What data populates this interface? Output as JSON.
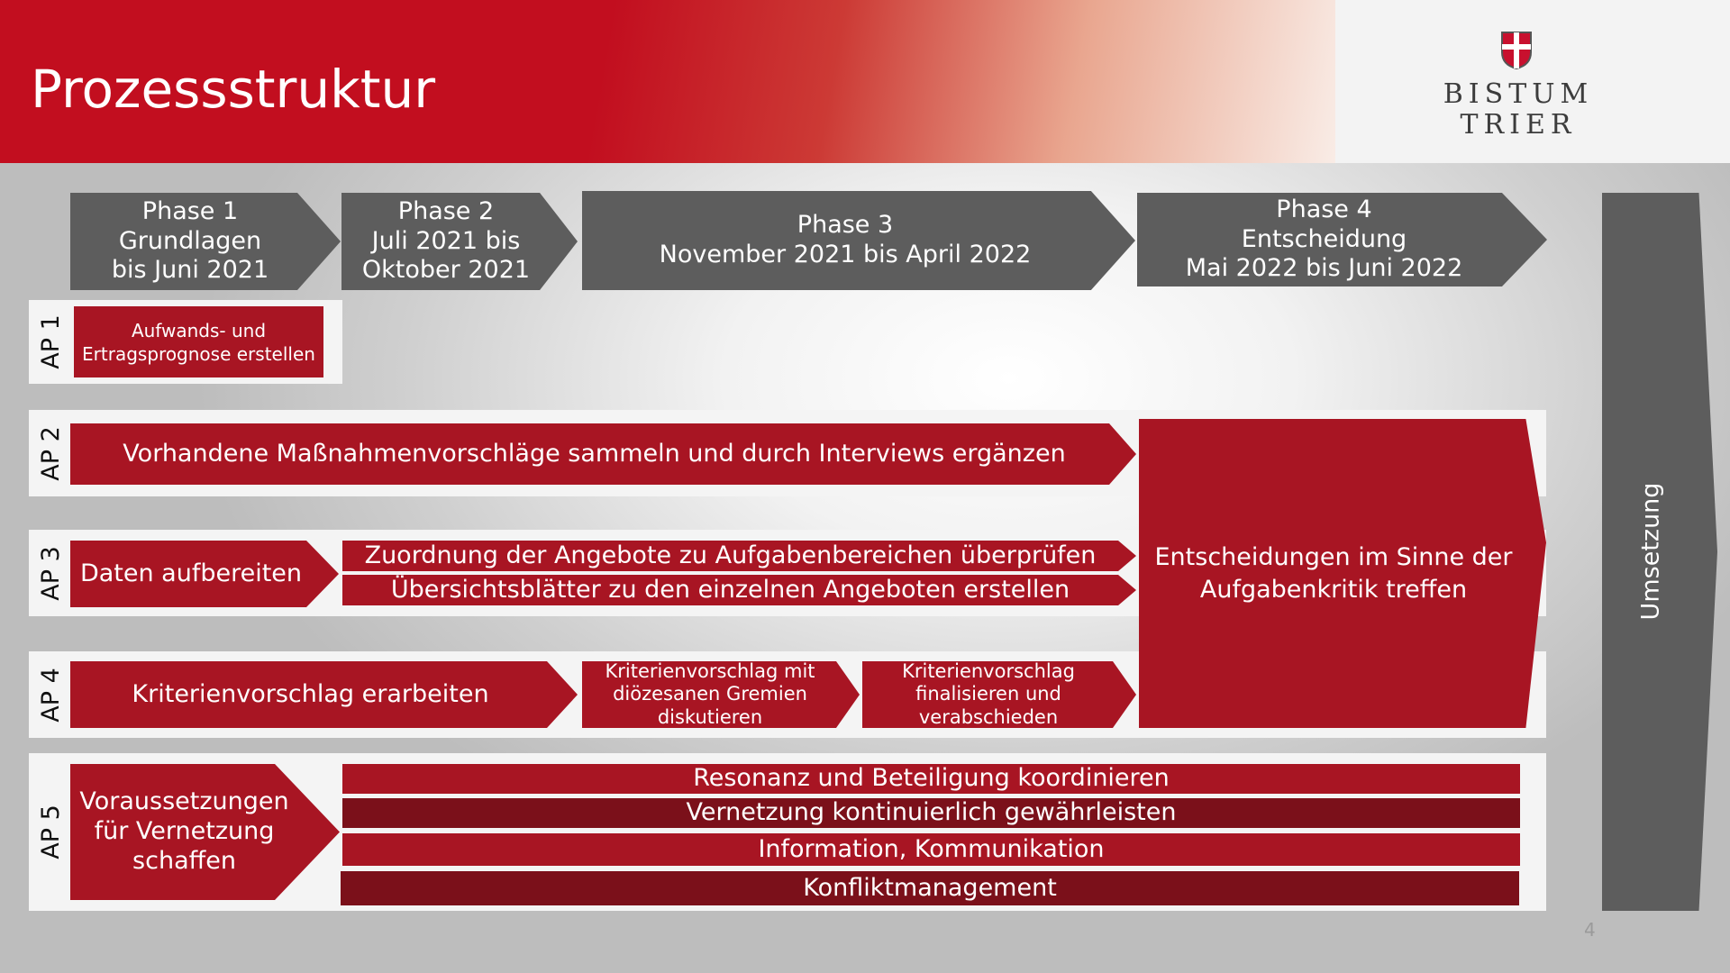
{
  "title": "Prozessstruktur",
  "logo": {
    "line1": "BISTUM",
    "line2": "TRIER",
    "icon": "shield-red-cross-icon"
  },
  "colors": {
    "header_red": "#c20e1f",
    "task_red": "#a81523",
    "task_dark": "#7b101a",
    "phase_gray": "#5d5d5d"
  },
  "phases": [
    {
      "line1": "Phase 1",
      "line2": "Grundlagen",
      "line3": "bis Juni 2021"
    },
    {
      "line1": "Phase 2",
      "line2": "Juli 2021 bis",
      "line3": "Oktober 2021"
    },
    {
      "line1": "Phase 3",
      "line2": "November 2021 bis April 2022"
    },
    {
      "line1": "Phase 4",
      "line2": "Entscheidung",
      "line3": "Mai 2022 bis Juni 2022"
    }
  ],
  "umsetzung": "Umsetzung",
  "aps": [
    {
      "label": "AP 1",
      "tasks": [
        {
          "line1": "Aufwands- und",
          "line2": "Ertragsprognose erstellen"
        }
      ]
    },
    {
      "label": "AP 2",
      "tasks": [
        {
          "text": "Vorhandene Maßnahmenvorschläge sammeln und durch Interviews ergänzen"
        }
      ]
    },
    {
      "label": "AP 3",
      "tasks": [
        {
          "text": "Daten aufbereiten"
        },
        {
          "text": "Zuordnung der Angebote zu Aufgabenbereichen überprüfen"
        },
        {
          "text": "Übersichtsblätter zu den einzelnen Angeboten erstellen"
        }
      ]
    },
    {
      "label": "AP 4",
      "tasks": [
        {
          "text": "Kriterienvorschlag erarbeiten"
        },
        {
          "line1": "Kriterienvorschlag mit",
          "line2": "diözesanen Gremien",
          "line3": "diskutieren"
        },
        {
          "line1": "Kriterienvorschlag",
          "line2": "finalisieren und",
          "line3": "verabschieden"
        }
      ]
    },
    {
      "label": "AP 5",
      "tasks": [
        {
          "line1": "Voraussetzungen",
          "line2": "für Vernetzung",
          "line3": "schaffen"
        },
        {
          "text": "Resonanz und Beteiligung koordinieren"
        },
        {
          "text": "Vernetzung kontinuierlich gewährleisten"
        },
        {
          "text": "Information, Kommunikation"
        },
        {
          "text": "Konfliktmanagement"
        }
      ]
    }
  ],
  "decision": {
    "line1": "Entscheidungen im Sinne der",
    "line2": "Aufgabenkritik treffen"
  },
  "page_number": "4"
}
